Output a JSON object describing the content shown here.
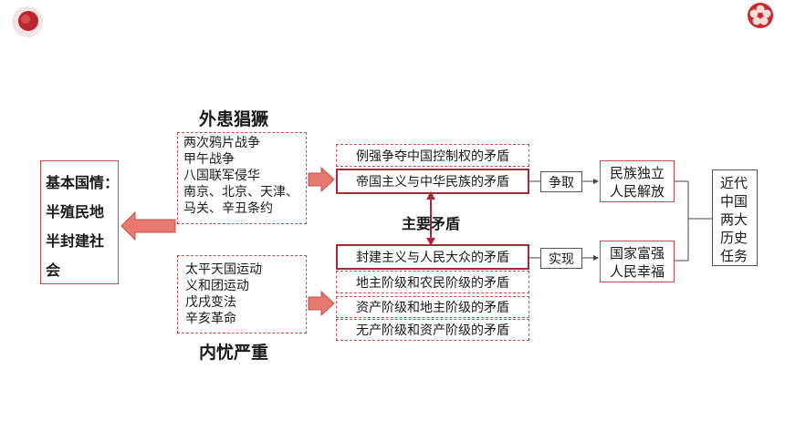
{
  "basic": {
    "label_line1": "基本国情：",
    "label_line2": "半殖民地",
    "label_line3": "半封建社",
    "label_line4": "会"
  },
  "foreign": {
    "title": "外患猖獗",
    "items": [
      "两次鸦片战争",
      "甲午战争",
      "八国联军侵华",
      "南京、北京、天津、",
      "马关、辛丑条约"
    ]
  },
  "domestic": {
    "title": "内忧严重",
    "items": [
      "太平天国运动",
      "义和团运动",
      "戊戌变法",
      "辛亥革命"
    ]
  },
  "contradictions": {
    "c1": "例强争夺中国控制权的矛盾",
    "c2": "帝国主义与中华民族的矛盾",
    "main_label": "主要矛盾",
    "c3": "封建主义与人民大众的矛盾",
    "c4": "地主阶级和农民阶级的矛盾",
    "c5": "资产阶级和地主阶级的矛盾",
    "c6": "无产阶级和资产阶级的矛盾"
  },
  "actions": {
    "strive": "争取",
    "realize": "实现"
  },
  "goals": {
    "g1_line1": "民族独立",
    "g1_line2": "人民解放",
    "g2_line1": "国家富强",
    "g2_line2": "人民幸福"
  },
  "tasks": {
    "lines": [
      "近代",
      "中国",
      "两大",
      "历史",
      "任务"
    ]
  },
  "colors": {
    "accent": "#c0504d",
    "dark_red": "#a8283a",
    "arrow_fill": "#e8796f"
  }
}
